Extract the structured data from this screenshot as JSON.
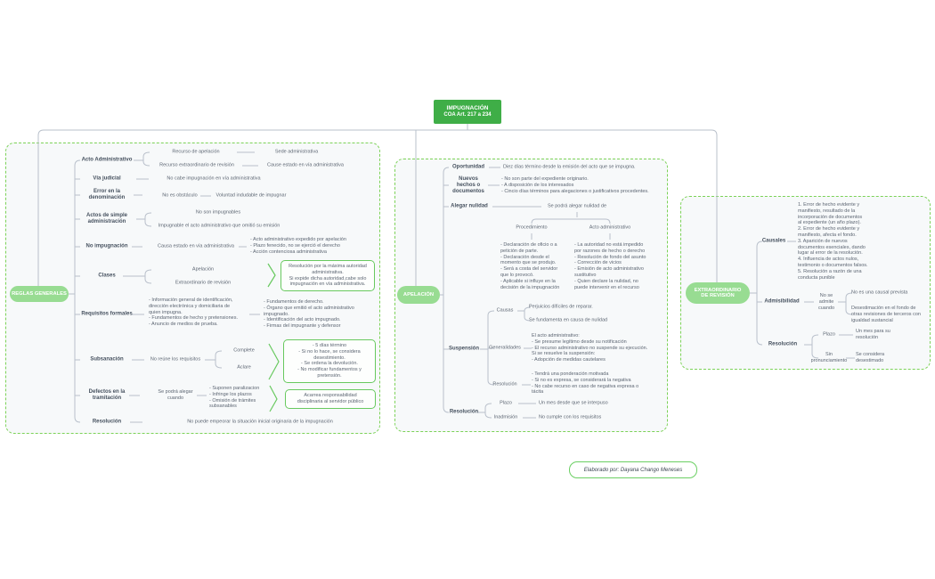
{
  "root": {
    "title": "IMPUGNACIÓN",
    "subtitle": "COA Art. 217 a 234"
  },
  "credit": "Elaborado por: Dayana Chango Meneses",
  "colors": {
    "root_green": "#3fae47",
    "pill_green": "#98dc92",
    "dashed_green": "#7cd257",
    "line_gray": "#b9c0cb",
    "callout_green": "#68c95f"
  },
  "reglas": {
    "pill": "REGLAS GENERALES",
    "acto": {
      "label": "Acto Administrativo",
      "r1": "Recurso de apelación",
      "r1d": "Sede administrativa",
      "r2": "Recurso extraordinario de revisión",
      "r2d": "Cause estado en vía administrativa"
    },
    "via": {
      "label": "Vía judicial",
      "d": "No cabe impugnación en vía administrativa"
    },
    "error": {
      "label": "Error en la\ndenominación",
      "a": "No es obstáculo",
      "b": "Voluntad indudable de impugnar"
    },
    "simple": {
      "label": "Actos de simple\nadministración",
      "a": "No son impugnables",
      "b": "Impugnable el acto administrativo que omitió su emisión"
    },
    "noimp": {
      "label": "No impugnación",
      "a": "Causa estado en vía administrativa",
      "b": "- Acto administrativo expedido por apelación\n- Plazo fenecido, no se ejerció el derecho\n- Acción contenciosa administrativa"
    },
    "clases": {
      "label": "Clases",
      "a": "Apelación",
      "b": "Extraordinario de revisión",
      "callout": "Resolución por la máxima autoridad\nadministrativa.\nSi expide dicha autoridad,cabe solo\nimpugnación en vía administrativa."
    },
    "requisitos": {
      "label": "Requisitos formales",
      "col1": "- Información general de identificación,\ndirección electrónica y domiciliaria de\nquien impugna.\n- Fundamentos de hecho y pretensiones.\n- Anuncio de medios de prueba.",
      "col2": "- Fundamentos de derecho.\n- Órgano que emitió el acto administrativo\nimpugnado.\n- Identificación del acto impugnado.\n- Firmas del impugnante y defensor"
    },
    "subsanacion": {
      "label": "Subsanación",
      "a": "No reúne los requisitos",
      "b": "Complete",
      "c": "Aclare",
      "callout": "- 5 días término\n- Si no lo hace, se considera\ndesestimiento.\n- Se ordena la devolución.\n- No modificar fundamentos y\npretensión."
    },
    "defectos": {
      "label": "Defectos en la\ntramitación",
      "a": "Se podrá alegar\ncuando",
      "b": "- Suponen paralizacion\n- Infringe los plazos\n- Omisión de trámites\nsubsanables",
      "callout": "Acarrea responsabilidad\ndisciplinaria al servidor público"
    },
    "resolucion": {
      "label": "Resolución",
      "d": "No puede empeorar la situación inicial originaria de la impugnación"
    }
  },
  "apelacion": {
    "pill": "APELACIÓN",
    "oportunidad": {
      "label": "Oportunidad",
      "d": "Diez días término desde la emisión del acto que se impugna."
    },
    "nuevos": {
      "label": "Nuevos\nhechos o\ndocumentos",
      "d": "- No son parte del expediente originario.\n- A disposición de los interesados\n- Cincio días términos para alegaciones o justificativos procedentes."
    },
    "nulidad": {
      "label": "Alegar nulidad",
      "intro": "Se podrá alegar nulidad de",
      "proc": {
        "label": "Procedimiento",
        "d": "- Declaración de oficio o a\npetición de parte.\n- Declaración desde el\nmomento que se produjo.\n- Será a costa del servidor\nque lo provocó.\n- Aplicable si influye en la\ndecisión de la impugnación"
      },
      "acto": {
        "label": "Acto administrativo",
        "d": "- La autoridad no está impedido\npor razones de hecho o derecho\n- Resolución de fondo del asunto\n- Corrección de vicios\n- Emisión de acto administrativo\nsustitutivo\n- Quien declare la nulidad, no\npuede intervenir en el recurso"
      }
    },
    "suspension": {
      "label": "Suspensión",
      "causas": {
        "label": "Causas",
        "a": "Perjuicios difíciles de reparar.",
        "b": "Se fundamenta en causa de nulidad"
      },
      "generalidades": {
        "label": "Generalidades",
        "d": "El acto administrativo:\n- Se presume legítimo desde su notificación\n- El recurso administrativo no suspende su ejecución.\nSi se resuelve la suspensión:\n- Adopción de medidas cautelares"
      },
      "resolucion": {
        "label": "Resolución",
        "d": "- Tendrá una ponderación motivada\n- Si no es expresa, se considerará la negativa\n- No cabe recurso en caso de negativa expresa o\ntácita"
      }
    },
    "resolucion": {
      "label": "Resolución",
      "plazo": {
        "label": "Plazo",
        "d": "Un mes desde que se interpuso"
      },
      "inadmision": {
        "label": "Inadmisión",
        "d": "No cumple con los requisitos"
      }
    }
  },
  "revision": {
    "pill": "EXTRAORDINARIO\nDE REVISIÓN",
    "causales": {
      "label": "Causales",
      "d": "1. Error de hecho evidente y\nmanifiesto, resultado de la\nincorporación de documentos\nal expediente (un año plazo).\n2. Error de hecho evidente y\nmanifiesto, afecta el fondo.\n3. Aparición de nuevos\ndocumentos esenciales, dando\nlugar al error de la resolución.\n4. Influencia de actos nulos,\ntestimonio o documentos falsos.\n5. Resolución a razón de una\nconducta punible"
    },
    "admisibilidad": {
      "label": "Admisibilidad",
      "cuando": "No se\nadmite\ncuando",
      "a": "No es una causal prevista",
      "b": "Desestimación en el fondo de\notras revisiones de terceros con\nigualdad sustancial"
    },
    "resolucion": {
      "label": "Resolución",
      "plazo": {
        "label": "Plazo",
        "d": "Un mes para su\nresolución"
      },
      "sin": {
        "label": "Sin\npronunciamiento",
        "d": "Se considera\ndesestimado"
      }
    }
  }
}
